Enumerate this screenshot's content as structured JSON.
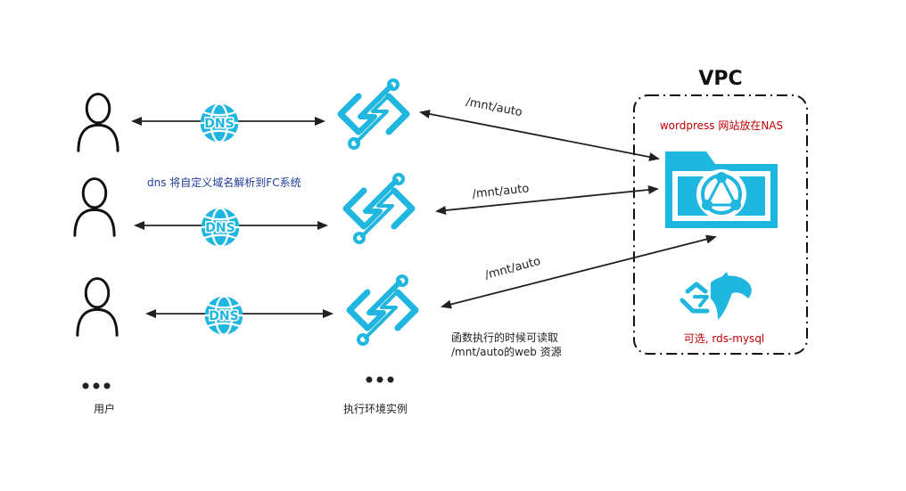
{
  "vpc": {
    "title": "VPC"
  },
  "nas": {
    "label": "wordpress 网站放在NAS"
  },
  "rds": {
    "label": "可选, rds-mysql"
  },
  "dns": {
    "icon_text": "DNS",
    "note": "dns 将自定义域名解析到FC系统"
  },
  "mounts": [
    "/mnt/auto",
    "/mnt/auto",
    "/mnt/auto"
  ],
  "function_note": {
    "line1": "函数执行的时候可读取",
    "line2": "/mnt/auto的web 资源"
  },
  "captions": {
    "users": "用户",
    "instances": "执行环境实例"
  },
  "colors": {
    "accent": "#1fb6e0",
    "note_red": "#c00000",
    "note_blue": "#1f3d9a",
    "line": "#222222"
  }
}
